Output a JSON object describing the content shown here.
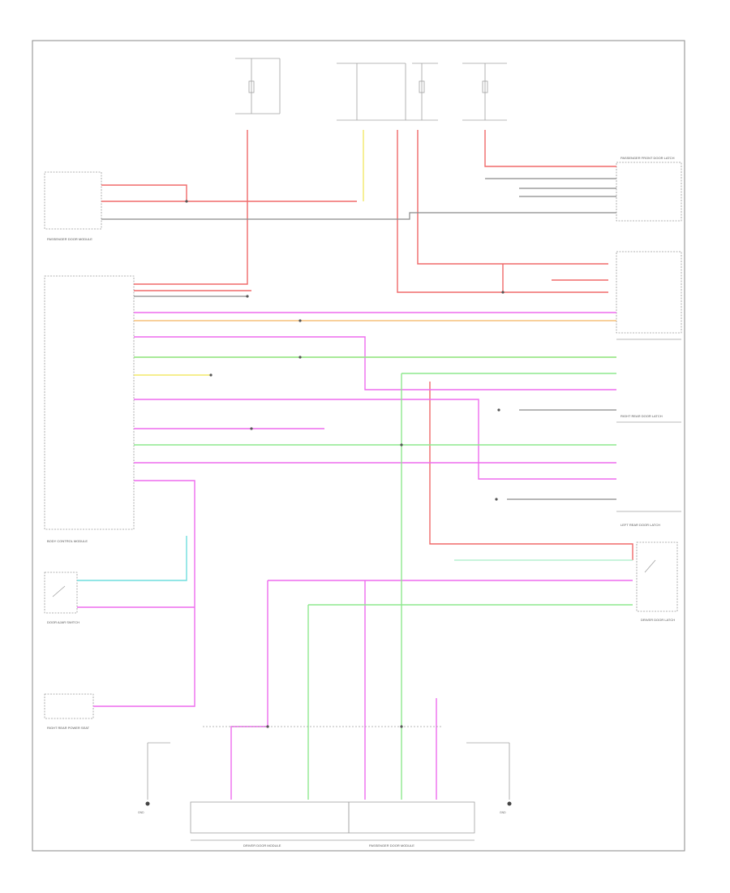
{
  "footer": {
    "code": "",
    "left_connector_caption": "DRIVER DOOR MODULE",
    "right_connector_caption": "PASSENGER DOOR MODULE"
  },
  "components": {
    "body_controller": "BODY CONTROL MODULE",
    "passenger_door_module_top": "PASSENGER DOOR MODULE",
    "passenger_front_door": "PASSENGER FRONT DOOR LATCH",
    "right_rear_door_latch": "RIGHT REAR DOOR LATCH",
    "left_rear_door_latch": "LEFT REAR DOOR LATCH",
    "driver_door_latch": "DRIVER DOOR LATCH",
    "door_ajar_switch": "DOOR AJAR SWITCH",
    "right_rear_sensor": "RIGHT REAR POWER SEAT",
    "gnd_left": "GND",
    "gnd_right": "GND"
  },
  "colors": {
    "frame": "#8a8a8a",
    "power_wire": "#f06a6a",
    "lock_wire": "#ee6cee",
    "unlock_wire": "#8ee88e",
    "signal_wire": "#f2e86a",
    "ground_wire": "#8a8a8a",
    "ajar_wire": "#6fdede"
  },
  "icons": [
    "ground-symbol-icon",
    "switch-icon",
    "splice-dot-icon",
    "fuse-icon"
  ]
}
